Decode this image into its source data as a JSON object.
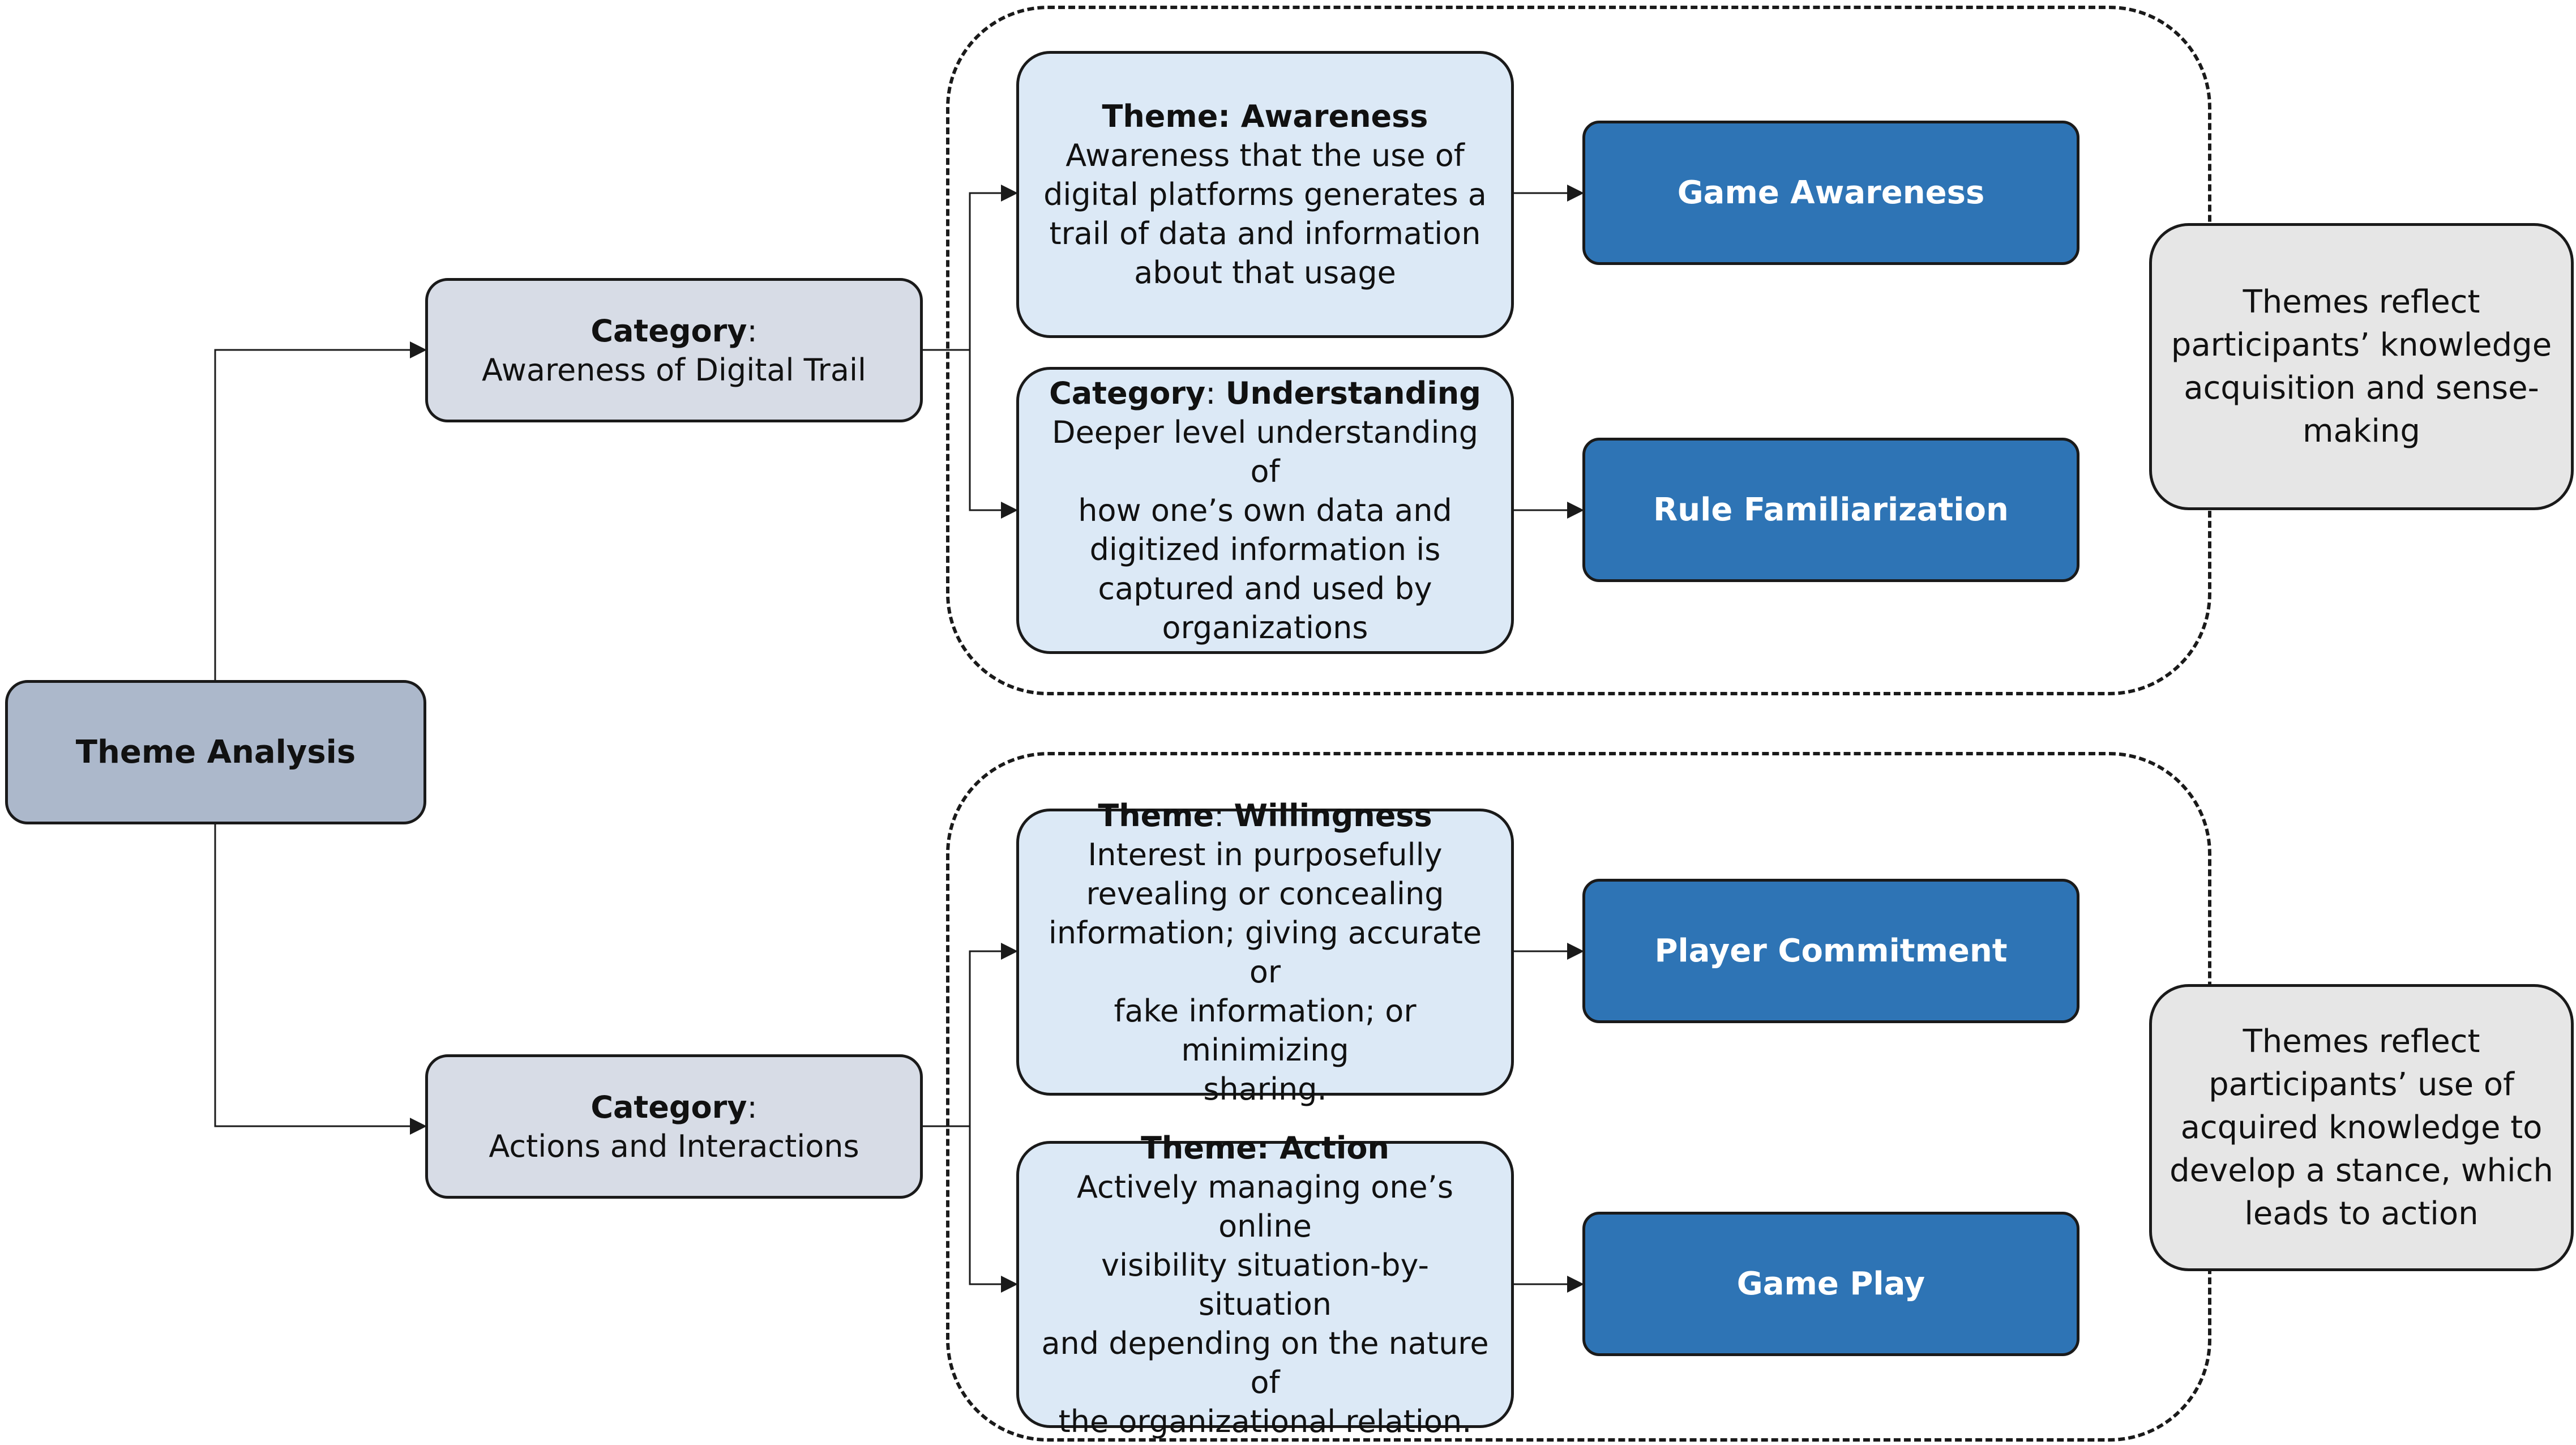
{
  "root": {
    "label": "Theme Analysis"
  },
  "categories": [
    {
      "label": "Category",
      "sep": ":",
      "text": "Awareness of Digital Trail"
    },
    {
      "label": "Category",
      "sep": ":",
      "text": "Actions and Interactions"
    }
  ],
  "themes": [
    {
      "label": "Theme: Awareness",
      "lines": [
        "Awareness that the use of",
        "digital platforms generates a",
        "trail of data and information",
        "about that usage"
      ]
    },
    {
      "label_a": "Category",
      "label_sep": ":",
      "label_b": "Understanding",
      "lines": [
        "Deeper level understanding of",
        "how one’s own data and",
        "digitized information is",
        "captured and used by",
        "organizations"
      ]
    },
    {
      "label_a": "Theme",
      "label_sep": ":",
      "label_b": "Willingness",
      "lines": [
        "Interest in purposefully",
        "revealing or concealing",
        "information; giving accurate or",
        "fake information; or minimizing",
        "sharing."
      ]
    },
    {
      "label": "Theme: Action",
      "lines": [
        "Actively managing one’s online",
        "visibility situation-by-situation",
        "and depending on the nature of",
        "the organizational relation."
      ]
    }
  ],
  "outcomes": [
    "Game Awareness",
    "Rule Familiarization",
    "Player Commitment",
    "Game Play"
  ],
  "notes": [
    {
      "lines": [
        "Themes reflect",
        "participants’ knowledge",
        "acquisition and sense-",
        "making"
      ]
    },
    {
      "lines": [
        "Themes reflect",
        "participants’ use of",
        "acquired knowledge to",
        "develop a stance, which",
        "leads to action"
      ]
    }
  ],
  "colors": {
    "root_fill": "#acb8cb",
    "category_fill": "#d7dce6",
    "theme_fill": "#dce9f6",
    "outcome_fill": "#2e74b5",
    "note_fill": "#e6e6e6",
    "line": "#1a1a1a"
  }
}
